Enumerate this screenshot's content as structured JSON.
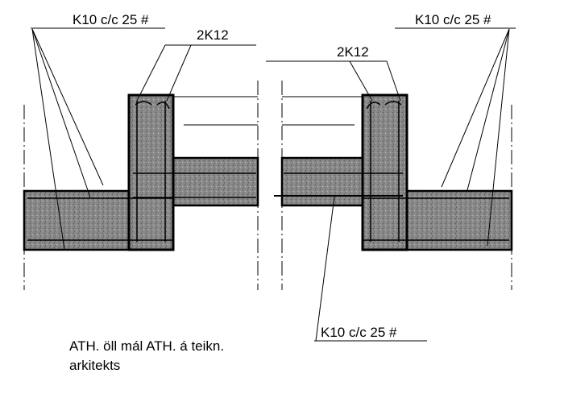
{
  "labels": {
    "rebar_left_top": "K10 c/c 25 #",
    "rebar_right_top": "K10 c/c 25 #",
    "bars_left": "2K12",
    "bars_right": "2K12",
    "rebar_bottom": "K10 c/c 25 #"
  },
  "note": {
    "line1": "ATH. öll mál ATH. á teikn.",
    "line2": "arkitekts"
  },
  "colors": {
    "concrete_fill": "#8c8c8c",
    "line": "#000000",
    "background": "#ffffff"
  }
}
